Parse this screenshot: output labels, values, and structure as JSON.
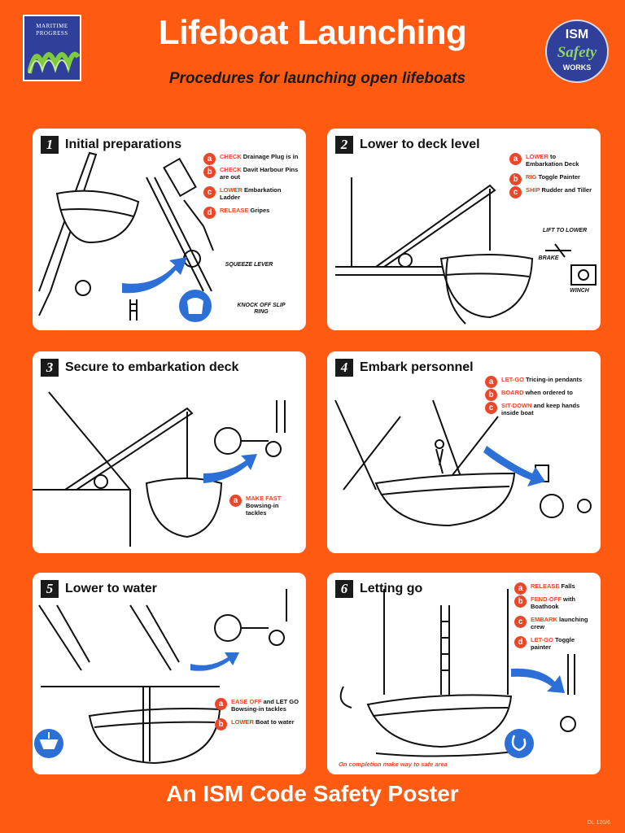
{
  "poster": {
    "title": "Lifeboat Launching",
    "subtitle": "Procedures for launching open lifeboats",
    "footer": "An ISM Code Safety Poster",
    "code": "DL 120/6",
    "brand_color": "#ff5a12",
    "accent_color": "#e8472a"
  },
  "logos": {
    "left": {
      "line1": "MARITIME",
      "line2": "PROGRESS"
    },
    "right": {
      "line1": "ISM",
      "line2": "Safety",
      "line3": "WORKS"
    }
  },
  "panels": [
    {
      "number": "1",
      "title": "Initial preparations",
      "steps": [
        {
          "letter": "a",
          "keyword": "CHECK",
          "text": "Drainage Plug is in"
        },
        {
          "letter": "b",
          "keyword": "CHECK",
          "text": "Davit Harbour Pins are out"
        },
        {
          "letter": "c",
          "keyword": "LOWER",
          "text": "Embarkation Ladder"
        },
        {
          "letter": "d",
          "keyword": "RELEASE",
          "text": "Gripes"
        }
      ],
      "labels": {
        "lever": "SQUEEZE LEVER",
        "ring": "KNOCK OFF SLIP RING"
      },
      "icon": "life-jacket-icon"
    },
    {
      "number": "2",
      "title": "Lower to deck level",
      "steps": [
        {
          "letter": "a",
          "keyword": "LOWER",
          "text": "to Embarkation Deck"
        },
        {
          "letter": "b",
          "keyword": "RIG",
          "text": "Toggle Painter"
        },
        {
          "letter": "c",
          "keyword": "SHIP",
          "text": "Rudder and Tiller"
        }
      ],
      "labels": {
        "lift": "LIFT TO LOWER",
        "brake": "BRAKE",
        "winch": "WINCH"
      }
    },
    {
      "number": "3",
      "title": "Secure to embarkation deck",
      "steps": [
        {
          "letter": "a",
          "keyword": "MAKE FAST",
          "text": "Bowsing-in tackles"
        }
      ]
    },
    {
      "number": "4",
      "title": "Embark personnel",
      "steps": [
        {
          "letter": "a",
          "keyword": "LET-GO",
          "text": "Tricing-in pendants"
        },
        {
          "letter": "b",
          "keyword": "BOARD",
          "text": "when ordered to"
        },
        {
          "letter": "c",
          "keyword": "SIT-DOWN",
          "text": "and keep hands inside boat"
        }
      ]
    },
    {
      "number": "5",
      "title": "Lower to water",
      "steps": [
        {
          "letter": "a",
          "keyword": "EASE OFF",
          "text": "and LET GO Bowsing-in tackles"
        },
        {
          "letter": "b",
          "keyword": "LOWER",
          "text": "Boat to water"
        }
      ],
      "icon": "lower-boat-icon"
    },
    {
      "number": "6",
      "title": "Letting go",
      "steps": [
        {
          "letter": "a",
          "keyword": "RELEASE",
          "text": "Falls"
        },
        {
          "letter": "b",
          "keyword": "FEND-OFF",
          "text": "with Boathook"
        },
        {
          "letter": "c",
          "keyword": "EMBARK",
          "text": "launching crew"
        },
        {
          "letter": "d",
          "keyword": "LET-GO",
          "text": "Toggle painter"
        }
      ],
      "note": "On completion make way to safe area",
      "icon": "release-hook-icon"
    }
  ]
}
